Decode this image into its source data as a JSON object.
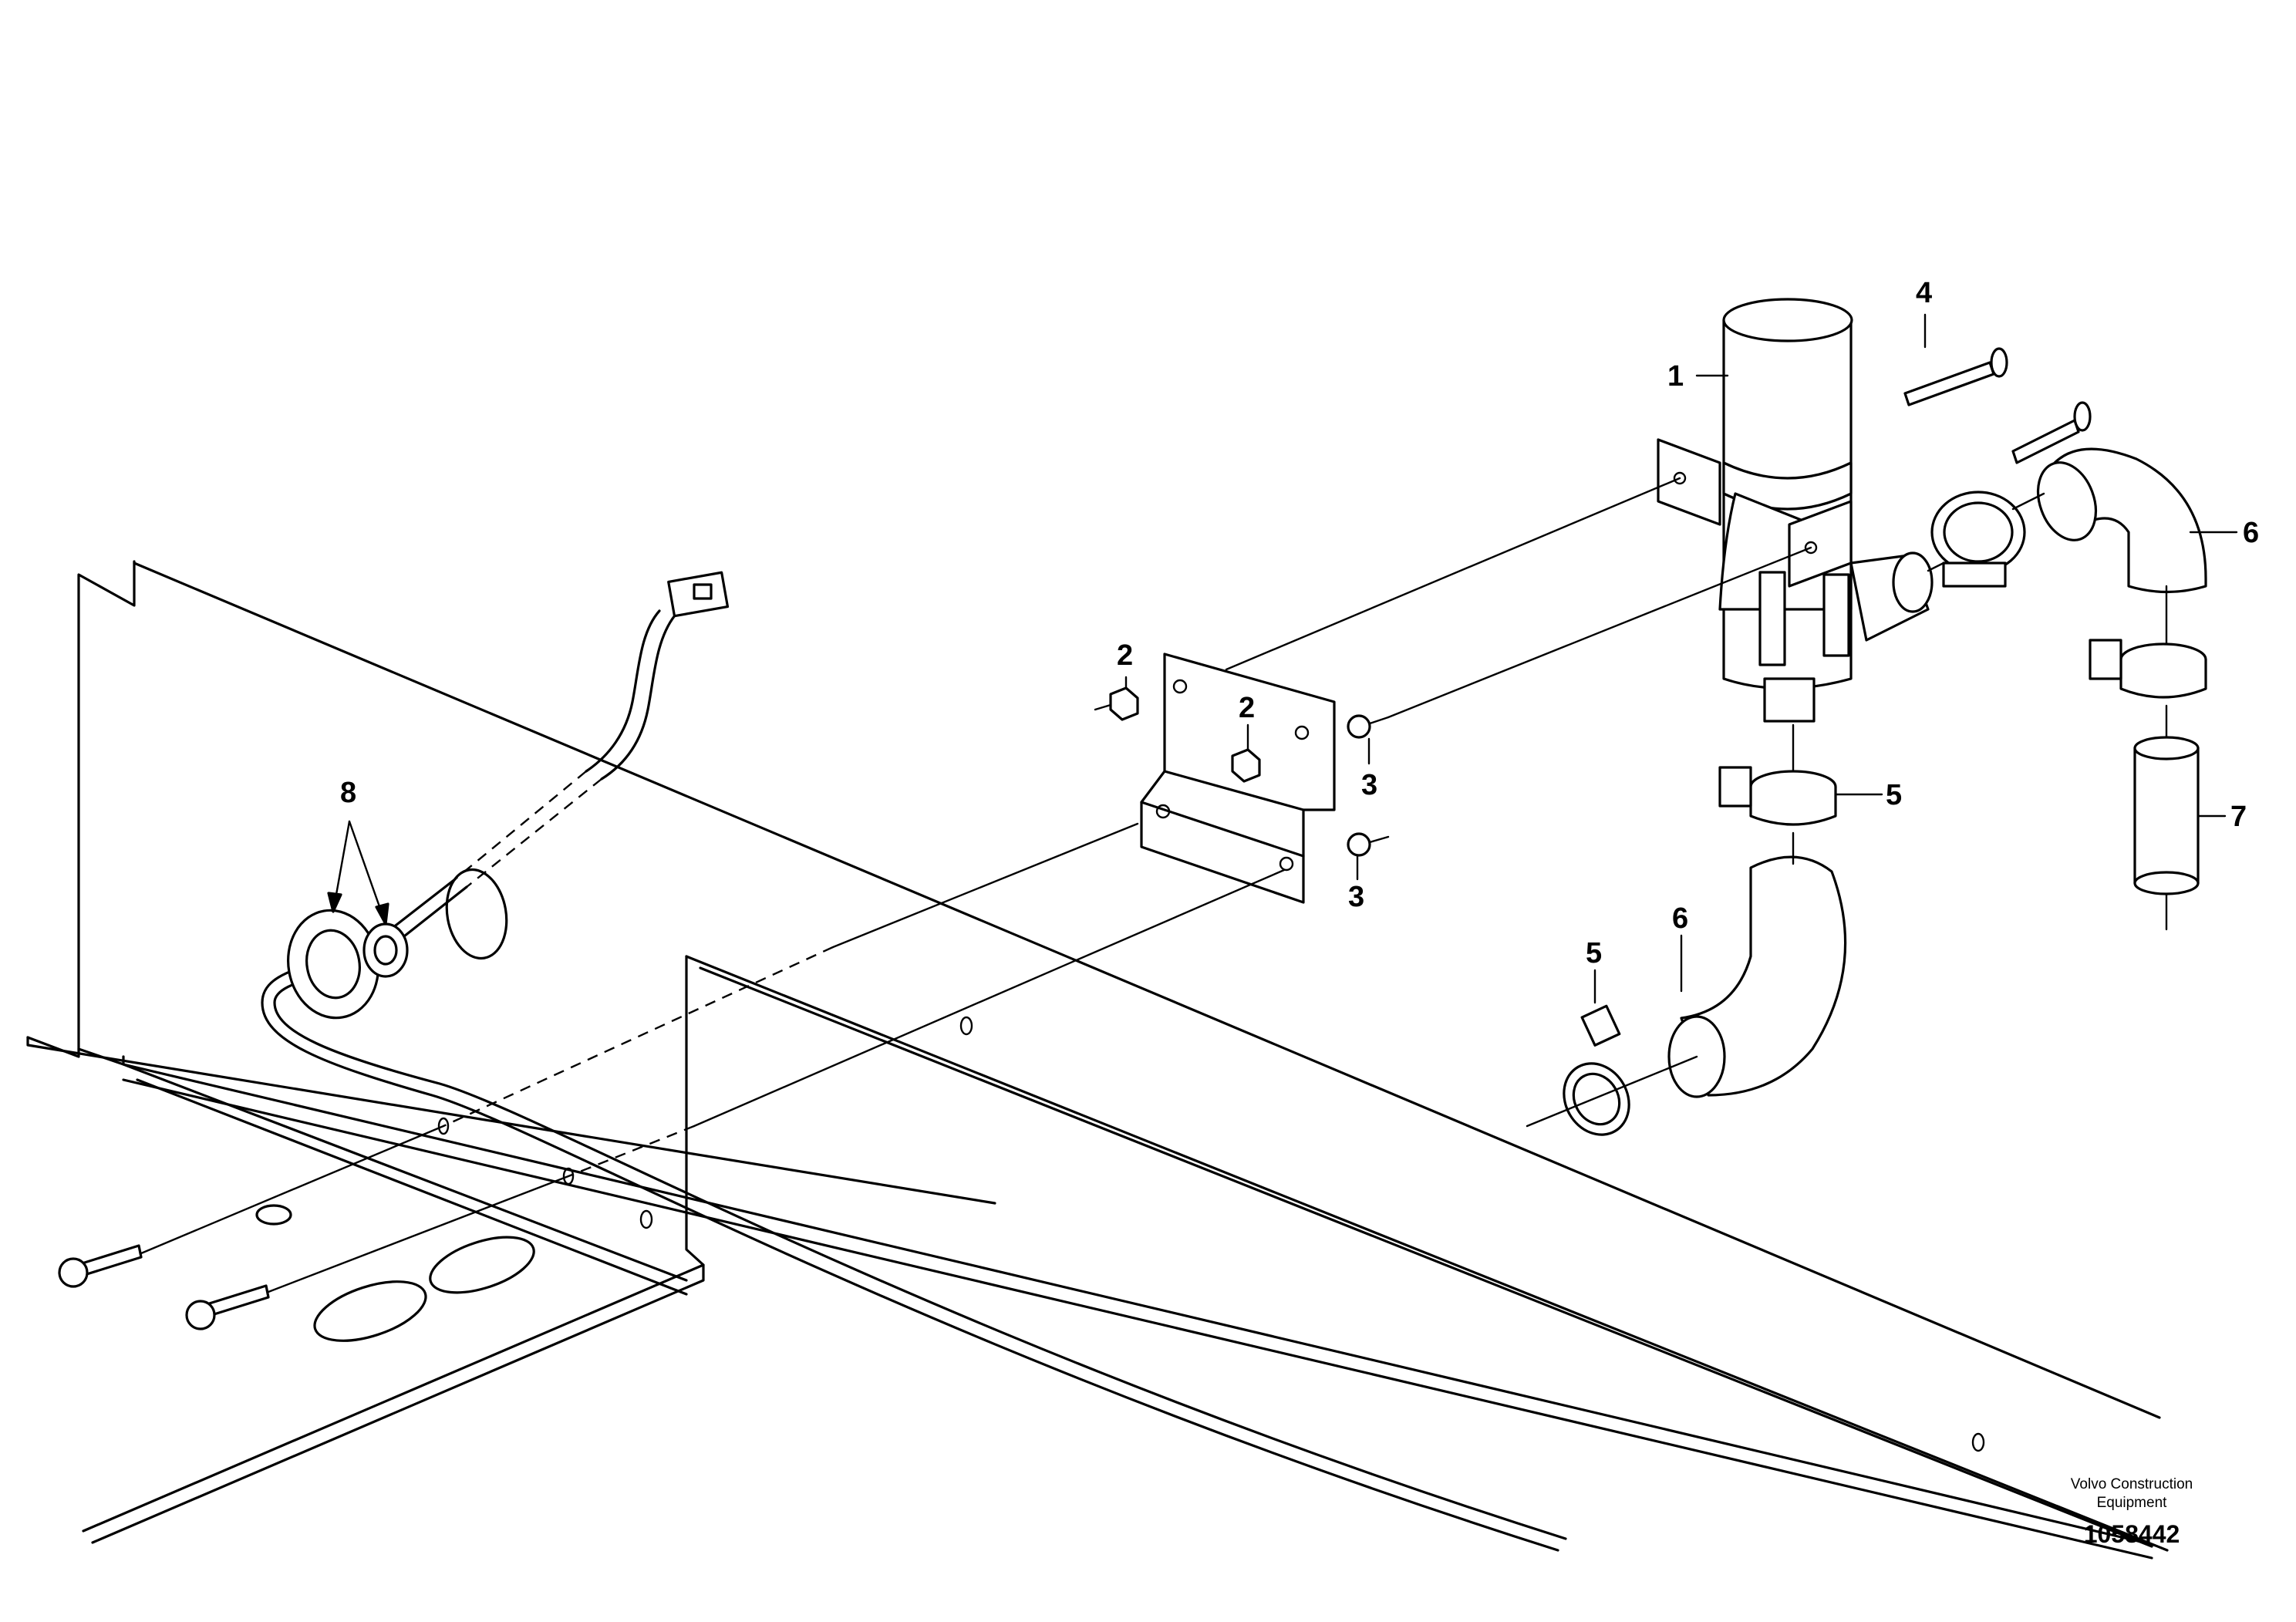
{
  "callouts": {
    "c1": "1",
    "c2a": "2",
    "c2b": "2",
    "c3a": "3",
    "c3b": "3",
    "c4": "4",
    "c5a": "5",
    "c5b": "5",
    "c6a": "6",
    "c6b": "6",
    "c7": "7",
    "c8": "8"
  },
  "caption": {
    "line1": "Volvo Construction",
    "line2": "Equipment",
    "number": "1058442"
  }
}
